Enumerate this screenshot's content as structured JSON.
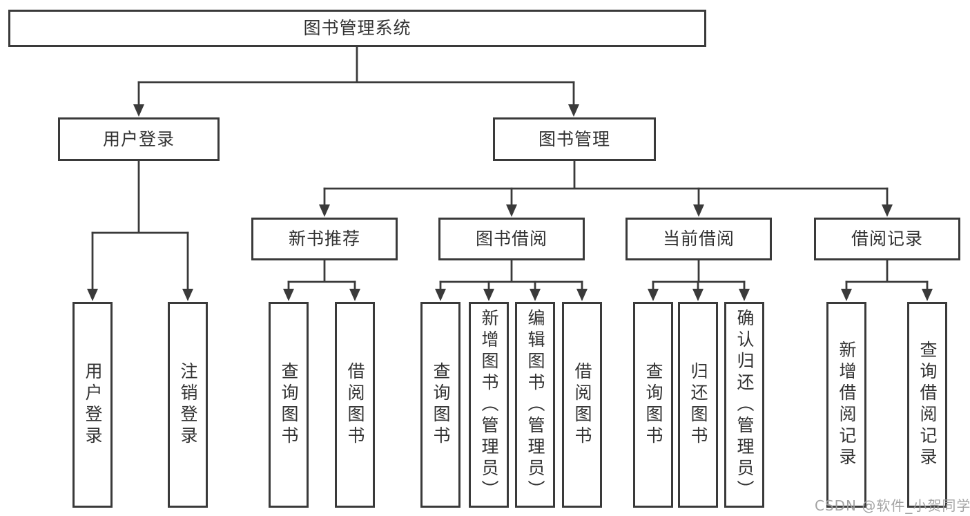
{
  "tree": {
    "root": {
      "label": "图书管理系统"
    },
    "level1": [
      {
        "label": "用户登录",
        "children": [
          {
            "label": "用户登录"
          },
          {
            "label": "注销登录"
          }
        ]
      },
      {
        "label": "图书管理",
        "children": [
          {
            "label": "新书推荐",
            "children": [
              {
                "label": "查询图书"
              },
              {
                "label": "借阅图书"
              }
            ]
          },
          {
            "label": "图书借阅",
            "children": [
              {
                "label": "查询图书"
              },
              {
                "label": "新增图书（管理员）"
              },
              {
                "label": "编辑图书（管理员）"
              },
              {
                "label": "借阅图书"
              }
            ]
          },
          {
            "label": "当前借阅",
            "children": [
              {
                "label": "查询图书"
              },
              {
                "label": "归还图书"
              },
              {
                "label": "确认归还（管理员）"
              }
            ]
          },
          {
            "label": "借阅记录",
            "children": [
              {
                "label": "新增借阅记录"
              },
              {
                "label": "查询借阅记录"
              }
            ]
          }
        ]
      }
    ]
  },
  "watermark": {
    "text": "CSDN @软件_小贺同学"
  },
  "colors": {
    "line": "#3a3a3a",
    "text": "#333333",
    "background": "#ffffff",
    "watermark": "#9e9e9e"
  }
}
